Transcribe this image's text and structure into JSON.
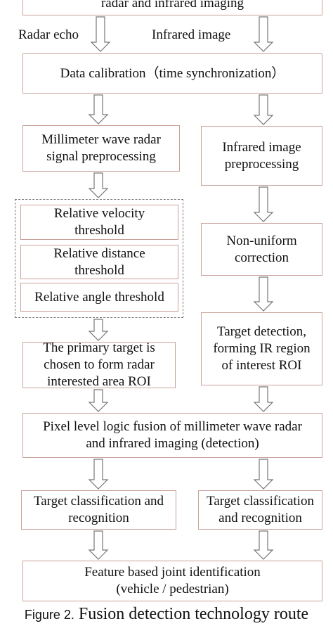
{
  "top_box": {
    "text": "radar and infrared imaging"
  },
  "labels": {
    "radar_echo": "Radar echo",
    "infrared_image": "Infrared image"
  },
  "calibration": {
    "text": "Data calibration（time synchronization）"
  },
  "radar_preproc": {
    "line1": "Millimeter wave radar",
    "line2": "signal preprocessing"
  },
  "ir_preproc": {
    "line1": "Infrared image",
    "line2": "preprocessing"
  },
  "thresholds": {
    "velocity": {
      "line1": "Relative velocity",
      "line2": "threshold"
    },
    "distance": {
      "line1": "Relative distance",
      "line2": "threshold"
    },
    "angle": {
      "line1": "Relative angle threshold"
    }
  },
  "nonuniform": {
    "line1": "Non-uniform",
    "line2": "correction"
  },
  "ir_target": {
    "line1": "Target detection,",
    "line2": "forming IR region",
    "line3": "of interest ROI"
  },
  "radar_target": {
    "line1": "The primary target is",
    "line2": "chosen to form radar",
    "line3": "interested area ROI"
  },
  "fusion": {
    "line1": "Pixel level logic fusion of millimeter wave radar",
    "line2": "and infrared imaging (detection)"
  },
  "classif_left": {
    "line1": "Target classification and",
    "line2": "recognition"
  },
  "classif_right": {
    "line1": "Target classification",
    "line2": "and recognition"
  },
  "joint": {
    "line1": "Feature based joint identification",
    "line2": "(vehicle / pedestrian)"
  },
  "caption": {
    "prefix": "Figure 2.",
    "title": "Fusion detection technology route"
  }
}
